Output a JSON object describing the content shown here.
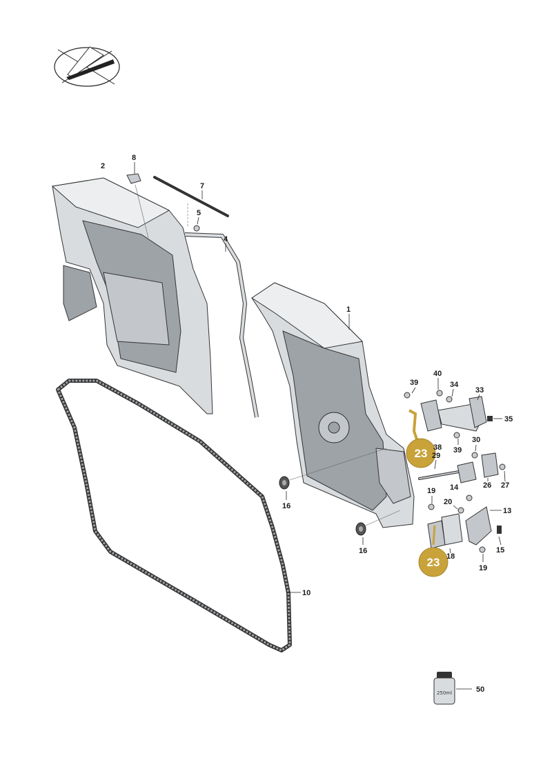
{
  "labels": {
    "l1": "1",
    "l2": "2",
    "l4": "4",
    "l5": "5",
    "l7": "7",
    "l8": "8",
    "l10": "10",
    "l13": "13",
    "l14": "14",
    "l15": "15",
    "l16a": "16",
    "l16b": "16",
    "l18": "18",
    "l19a": "19",
    "l19b": "19",
    "l20": "20",
    "l26": "26",
    "l27": "27",
    "l29": "29",
    "l30": "30",
    "l33": "33",
    "l34": "34",
    "l35": "35",
    "l38": "38",
    "l39a": "39",
    "l39b": "39",
    "l40": "40",
    "l50": "50"
  },
  "badges": {
    "b1": "23",
    "b2": "23"
  },
  "jar_label": "250ml",
  "colors": {
    "badge": "#c9a23a",
    "panel_fill": "#d9dcdf",
    "panel_dark": "#9ea3a8",
    "panel_light": "#eceef0"
  }
}
